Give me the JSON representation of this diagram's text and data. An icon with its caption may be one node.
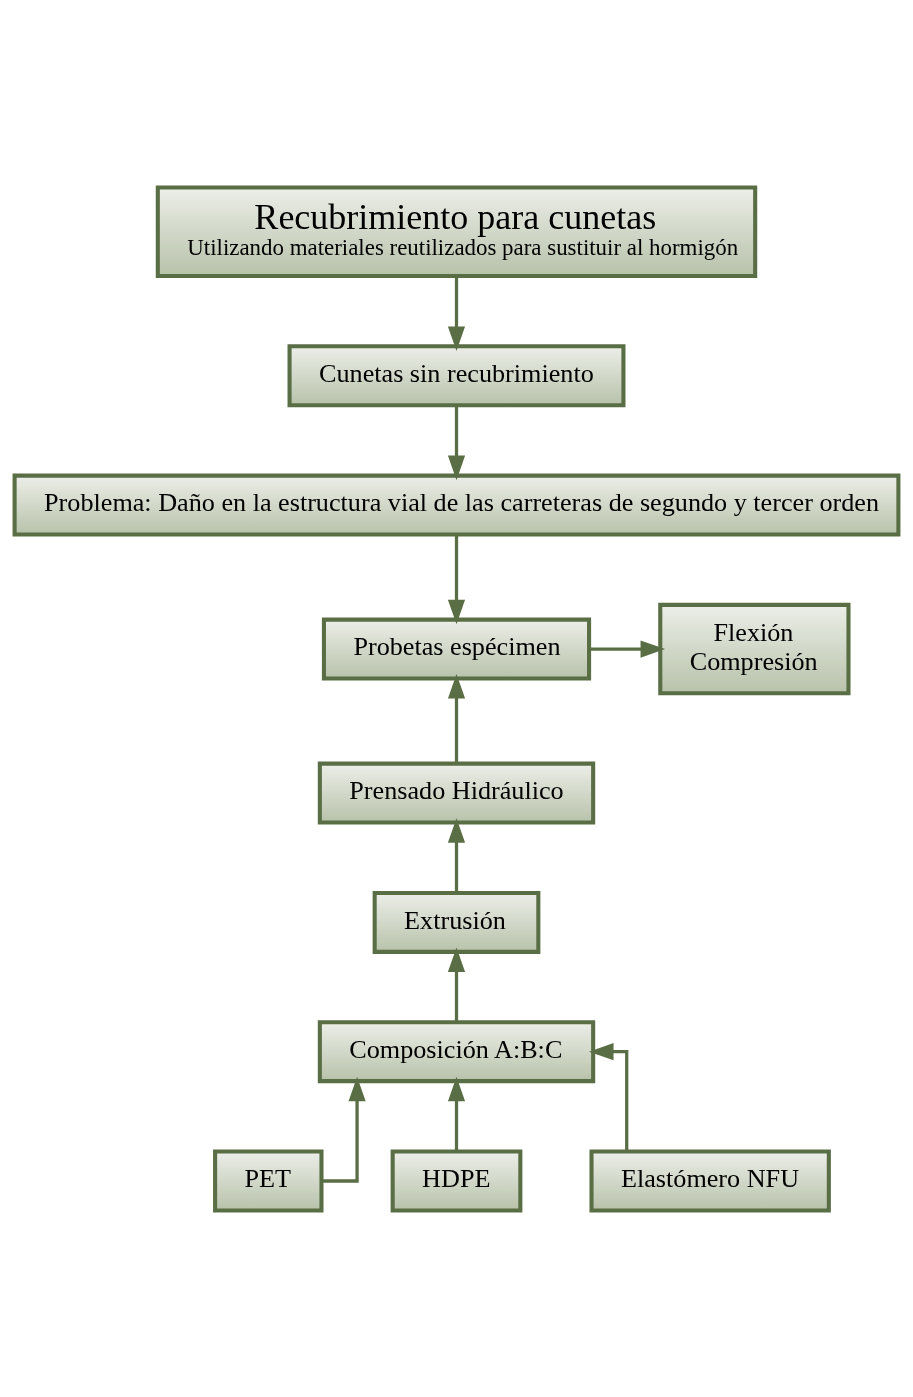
{
  "diagram": {
    "nodes": [
      {
        "text": [
          "Recubrimiento para cunetas",
          "Utilizando materiales reutilizados para sustituir al hormigón"
        ]
      },
      {
        "text": [
          "Cunetas sin recubrimiento"
        ]
      },
      {
        "text": [
          "Problema: Daño en la estructura vial de las carreteras de segundo y tercer orden"
        ]
      },
      {
        "text": [
          "Probetas espécimen"
        ]
      },
      {
        "text": [
          "Flexión",
          "Compresión"
        ]
      },
      {
        "text": [
          "Prensado Hidráulico"
        ]
      },
      {
        "text": [
          "Extrusión"
        ]
      },
      {
        "text": [
          "Composición A:B:C"
        ]
      },
      {
        "text": [
          "PET"
        ]
      },
      {
        "text": [
          "HDPE"
        ]
      },
      {
        "text": [
          "Elastómero NFU"
        ]
      }
    ],
    "edges": [
      {
        "from": 0,
        "to": 1,
        "arrow": "to"
      },
      {
        "from": 1,
        "to": 2,
        "arrow": "to"
      },
      {
        "from": 2,
        "to": 3,
        "arrow": "to"
      },
      {
        "from": 3,
        "to": 4,
        "arrow": "to"
      },
      {
        "from": 5,
        "to": 3,
        "arrow": "to"
      },
      {
        "from": 6,
        "to": 5,
        "arrow": "to"
      },
      {
        "from": 7,
        "to": 6,
        "arrow": "to"
      },
      {
        "from": 8,
        "to": 7,
        "arrow": "to"
      },
      {
        "from": 9,
        "to": 7,
        "arrow": "to"
      },
      {
        "from": 10,
        "to": 7,
        "arrow": "to"
      }
    ]
  }
}
